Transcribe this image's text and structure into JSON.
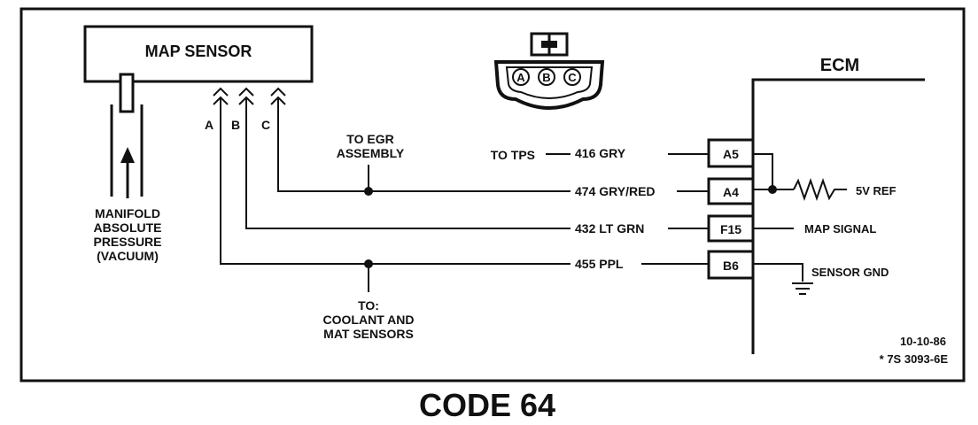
{
  "map_sensor": {
    "title": "MAP SENSOR",
    "pins": [
      "A",
      "B",
      "C"
    ]
  },
  "connector": {
    "pins": [
      "A",
      "B",
      "C"
    ]
  },
  "manifold_label": [
    "MANIFOLD",
    "ABSOLUTE",
    "PRESSURE",
    "(VACUUM)"
  ],
  "egr_label": [
    "TO EGR",
    "ASSEMBLY"
  ],
  "coolant_label": [
    "TO:",
    "COOLANT AND",
    "MAT SENSORS"
  ],
  "tps_label": "TO TPS",
  "wires": [
    {
      "circuit": "416 GRY",
      "ecm_pin": "A5"
    },
    {
      "circuit": "474 GRY/RED",
      "ecm_pin": "A4"
    },
    {
      "circuit": "432 LT GRN",
      "ecm_pin": "F15"
    },
    {
      "circuit": "455 PPL",
      "ecm_pin": "B6"
    }
  ],
  "ecm": {
    "title": "ECM",
    "five_v_ref": "5V REF",
    "map_signal": "MAP SIGNAL",
    "sensor_gnd": "SENSOR GND"
  },
  "footer": {
    "date": "10-10-86",
    "ref": "* 7S 3093-6E"
  },
  "caption": "CODE 64"
}
